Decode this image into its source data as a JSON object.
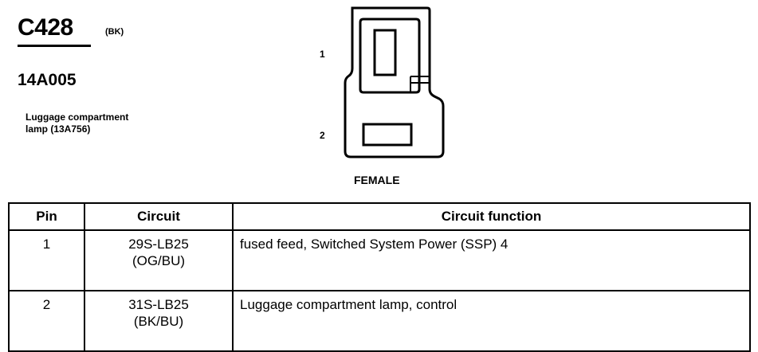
{
  "header": {
    "connector_id": "C428",
    "color_code": "(BK)",
    "part_number": "14A005",
    "description": [
      "Luggage compartment",
      "lamp (13A756)"
    ]
  },
  "connector": {
    "pin_labels": [
      "1",
      "2"
    ],
    "gender": "FEMALE"
  },
  "table": {
    "headers": [
      "Pin",
      "Circuit",
      "Circuit function"
    ],
    "rows": [
      {
        "pin": "1",
        "circuit": "29S-LB25",
        "wire_color": "(OG/BU)",
        "function": "fused feed, Switched System Power (SSP) 4"
      },
      {
        "pin": "2",
        "circuit": "31S-LB25",
        "wire_color": "(BK/BU)",
        "function": "Luggage compartment lamp, control"
      }
    ]
  }
}
